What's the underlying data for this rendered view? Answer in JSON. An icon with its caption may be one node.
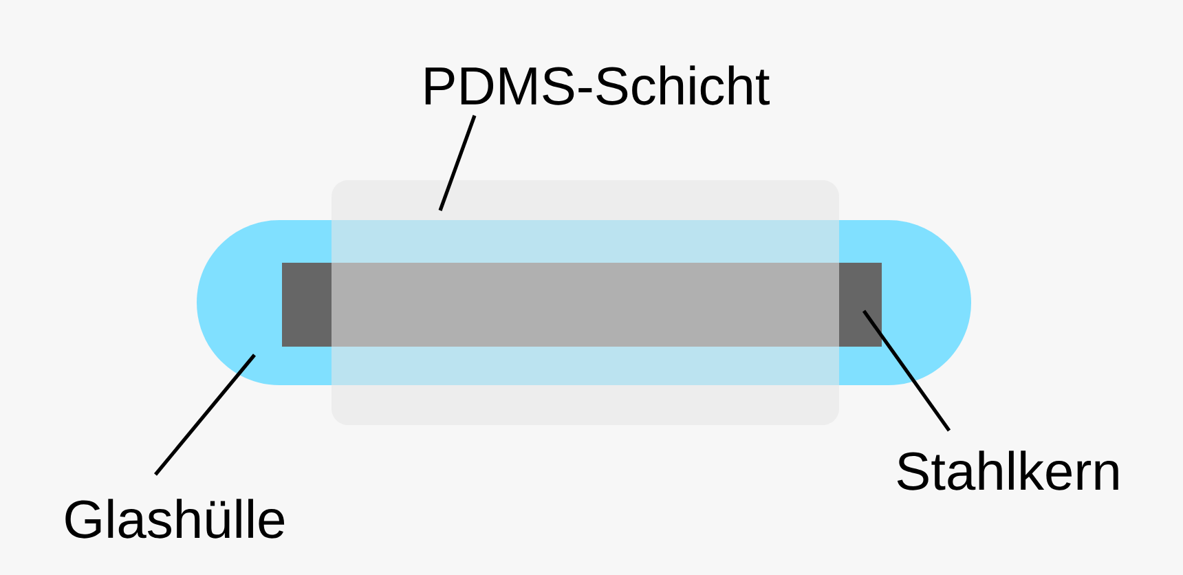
{
  "diagram": {
    "nodes": [
      {
        "text": [
          "PDMS-Schicht"
        ]
      },
      {
        "text": [],
        "shape": "box"
      },
      {
        "text": [],
        "shape": "box"
      },
      {
        "text": [],
        "shape": "box",
        "in": 2
      },
      {
        "text": [
          "Stahlkern"
        ]
      },
      {
        "text": [
          "Glashülle"
        ]
      }
    ],
    "edges": [
      {
        "from": 0,
        "to": 1,
        "arrow": "none"
      },
      {
        "from": 4,
        "to": 3,
        "arrow": "none"
      },
      {
        "from": 5,
        "to": 2,
        "arrow": "none"
      }
    ]
  }
}
